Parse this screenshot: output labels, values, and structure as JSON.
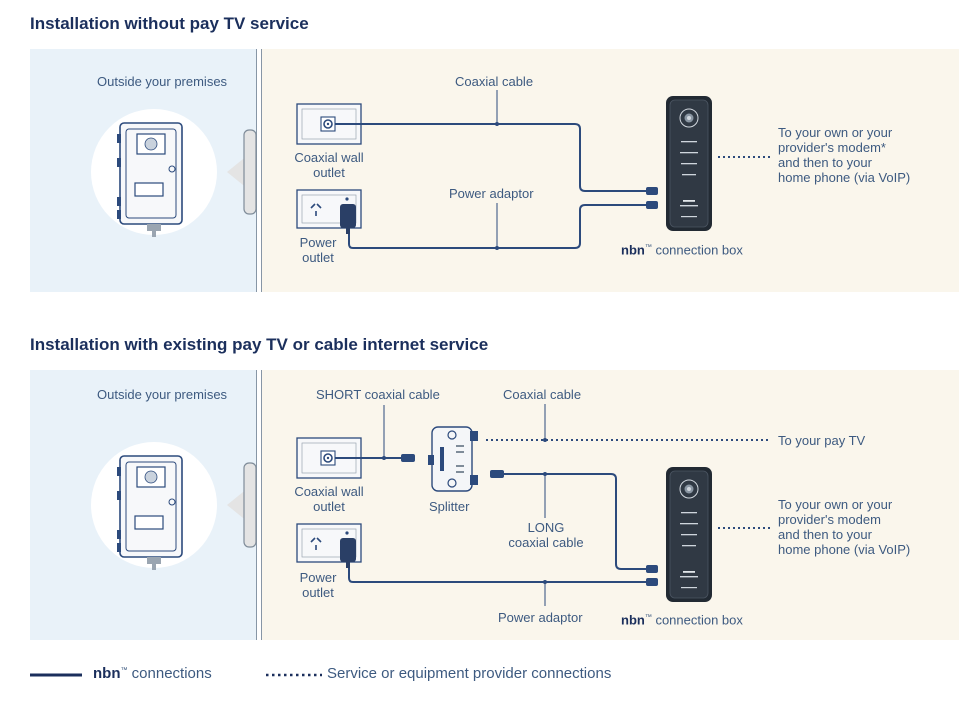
{
  "diagram1": {
    "title": "Installation without pay TV service",
    "outside_label": "Outside your premises",
    "coax_cable_label": "Coaxial cable",
    "power_adaptor_label": "Power adaptor",
    "coax_outlet_label_1": "Coaxial wall",
    "coax_outlet_label_2": "outlet",
    "power_outlet_label_1": "Power",
    "power_outlet_label_2": "outlet",
    "box_brand": "nbn",
    "box_tm": "™",
    "box_label": " connection box",
    "dest_lines": [
      "To your own or your",
      "provider's modem*",
      "and then to your",
      "home phone (via VoIP)"
    ]
  },
  "diagram2": {
    "title": "Installation with existing pay TV or cable internet service",
    "outside_label": "Outside your premises",
    "short_cable_label": "SHORT coaxial cable",
    "coax_cable_label": "Coaxial cable",
    "pay_tv_label": "To your pay TV",
    "coax_outlet_label_1": "Coaxial wall",
    "coax_outlet_label_2": "outlet",
    "splitter_label": "Splitter",
    "long_cable_label_1": "LONG",
    "long_cable_label_2": "coaxial cable",
    "power_outlet_label_1": "Power",
    "power_outlet_label_2": "outlet",
    "power_adaptor_label": "Power adaptor",
    "box_brand": "nbn",
    "box_tm": "™",
    "box_label": " connection box",
    "dest_lines": [
      "To your own or your",
      "provider's modem",
      "and then to your",
      "home phone (via VoIP)"
    ]
  },
  "legend": {
    "nbn_brand": "nbn",
    "nbn_tm": "™",
    "nbn_label": " connections",
    "provider_label": "Service or equipment provider connections"
  },
  "colors": {
    "navy": "#1b2f5c",
    "line": "#2c4a7c",
    "outside_bg": "#e9f2f9",
    "inside_bg": "#faf6ec"
  }
}
